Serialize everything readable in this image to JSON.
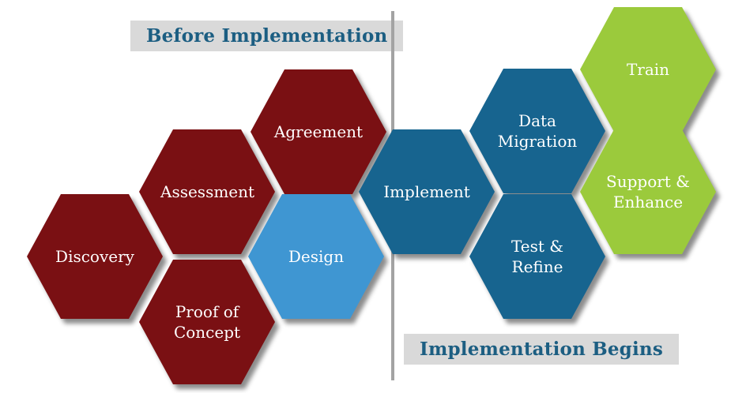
{
  "labels": {
    "before_implementation": "Before Implementation",
    "implementation_begins": "Implementation Begins"
  },
  "colors": {
    "maroon": "#7a1013",
    "light_blue": "#3f96d2",
    "dark_blue": "#17648f",
    "green": "#9bca3c",
    "heading_text": "#1c5e82",
    "heading_bg": "#d9d9d9",
    "divider": "#a3a3a3",
    "hex_text": "#ffffff"
  },
  "hexagons": [
    {
      "id": "discovery",
      "label": "Discovery",
      "color": "maroon",
      "phase": "before"
    },
    {
      "id": "assessment",
      "label": "Assessment",
      "color": "maroon",
      "phase": "before"
    },
    {
      "id": "agreement",
      "label": "Agreement",
      "color": "maroon",
      "phase": "before"
    },
    {
      "id": "proof-of-concept",
      "label": "Proof of Concept",
      "color": "maroon",
      "phase": "before"
    },
    {
      "id": "design",
      "label": "Design",
      "color": "light_blue",
      "phase": "before"
    },
    {
      "id": "implement",
      "label": "Implement",
      "color": "dark_blue",
      "phase": "after"
    },
    {
      "id": "data-migration",
      "label": "Data Migration",
      "color": "dark_blue",
      "phase": "after"
    },
    {
      "id": "test-refine",
      "label": "Test & Refine",
      "color": "dark_blue",
      "phase": "after"
    },
    {
      "id": "train",
      "label": "Train",
      "color": "green",
      "phase": "after"
    },
    {
      "id": "support-enhance",
      "label": "Support & Enhance",
      "color": "green",
      "phase": "after"
    }
  ]
}
